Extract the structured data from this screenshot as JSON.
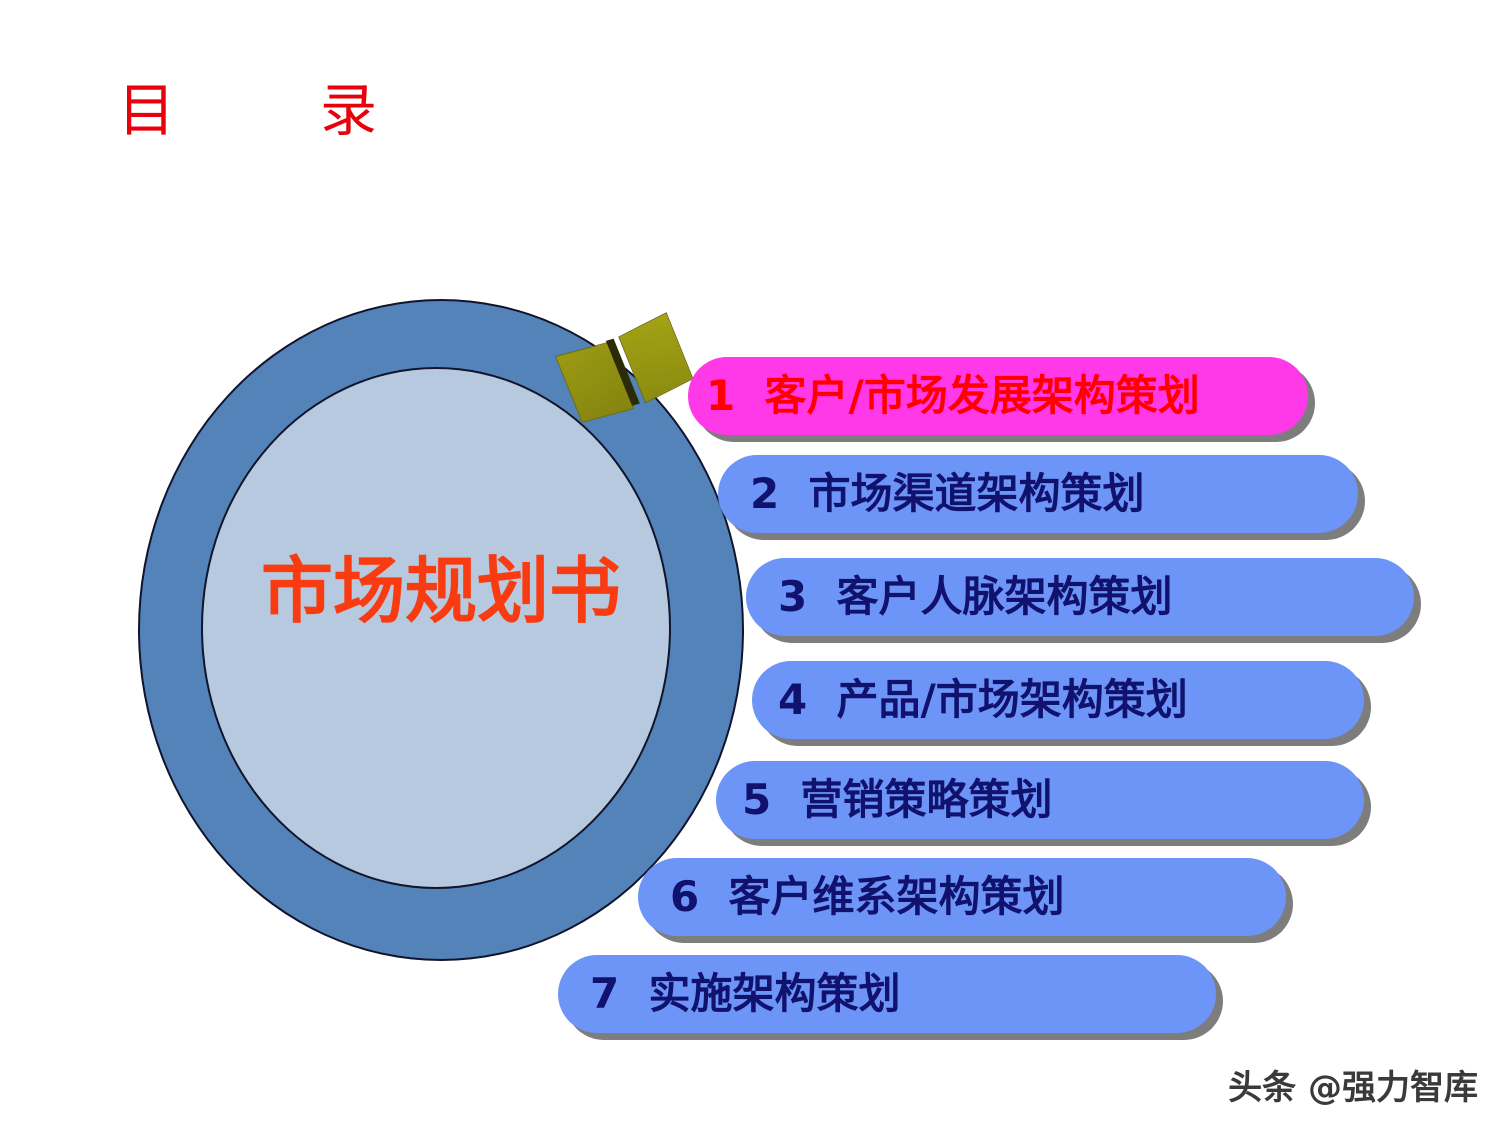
{
  "slide": {
    "title": "目        录",
    "background_color": "#ffffff"
  },
  "circle": {
    "center_label": "市场规划书",
    "outer_ring_color": "#5383b9",
    "inner_disc_color": "#b7c9de",
    "outline_color": "#10142c",
    "center_label_color": "#f93b12"
  },
  "book_icon": {
    "name": "open-book-icon",
    "color": "#8f8f13",
    "spine_color": "#2b2b08"
  },
  "agenda": {
    "highlight_fill": "#ff39e8",
    "highlight_text_color": "#ff0000",
    "pill_fill": "#6c95f7",
    "pill_text_color": "#11116e",
    "shadow_color": "#7d7d7d",
    "items": [
      {
        "number": "1",
        "label": "1  客户/市场发展架构策划",
        "highlighted": true
      },
      {
        "number": "2",
        "label": "2  市场渠道架构策划",
        "highlighted": false
      },
      {
        "number": "3",
        "label": "3  客户人脉架构策划",
        "highlighted": false
      },
      {
        "number": "4",
        "label": "4  产品/市场架构策划",
        "highlighted": false
      },
      {
        "number": "5",
        "label": "5  营销策略策划",
        "highlighted": false
      },
      {
        "number": "6",
        "label": "6  客户维系架构策划",
        "highlighted": false
      },
      {
        "number": "7",
        "label": "7  实施架构策划",
        "highlighted": false
      }
    ]
  },
  "watermark": {
    "text": "头条 @强力智库"
  }
}
